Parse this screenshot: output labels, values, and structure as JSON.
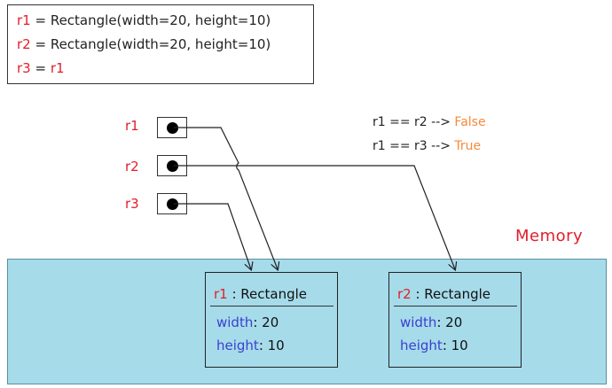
{
  "code": [
    {
      "var": "r1",
      "rest": " = Rectangle(width=20, height=10)"
    },
    {
      "var": "r2",
      "rest": " = Rectangle(width=20, height=10)"
    },
    {
      "var": "r3",
      "rest": " = ",
      "var2": "r1"
    }
  ],
  "references": [
    {
      "label": "r1"
    },
    {
      "label": "r2"
    },
    {
      "label": "r3"
    }
  ],
  "comparisons": [
    {
      "expr": "r1 == r2 --> ",
      "result": "False"
    },
    {
      "expr": "r1 == r3 --> ",
      "result": "True"
    }
  ],
  "memory_label": "Memory",
  "objects": [
    {
      "name": "r1",
      "type": " : Rectangle",
      "fields": [
        {
          "key": "width",
          "value": ": 20"
        },
        {
          "key": "height",
          "value": ": 10"
        }
      ]
    },
    {
      "name": "r2",
      "type": " : Rectangle",
      "fields": [
        {
          "key": "width",
          "value": ": 20"
        },
        {
          "key": "height",
          "value": ": 10"
        }
      ]
    }
  ],
  "colors": {
    "variable": "#e0202a",
    "result": "#f58a3a",
    "field": "#3b3fd0",
    "memory": "#a6dbea"
  }
}
